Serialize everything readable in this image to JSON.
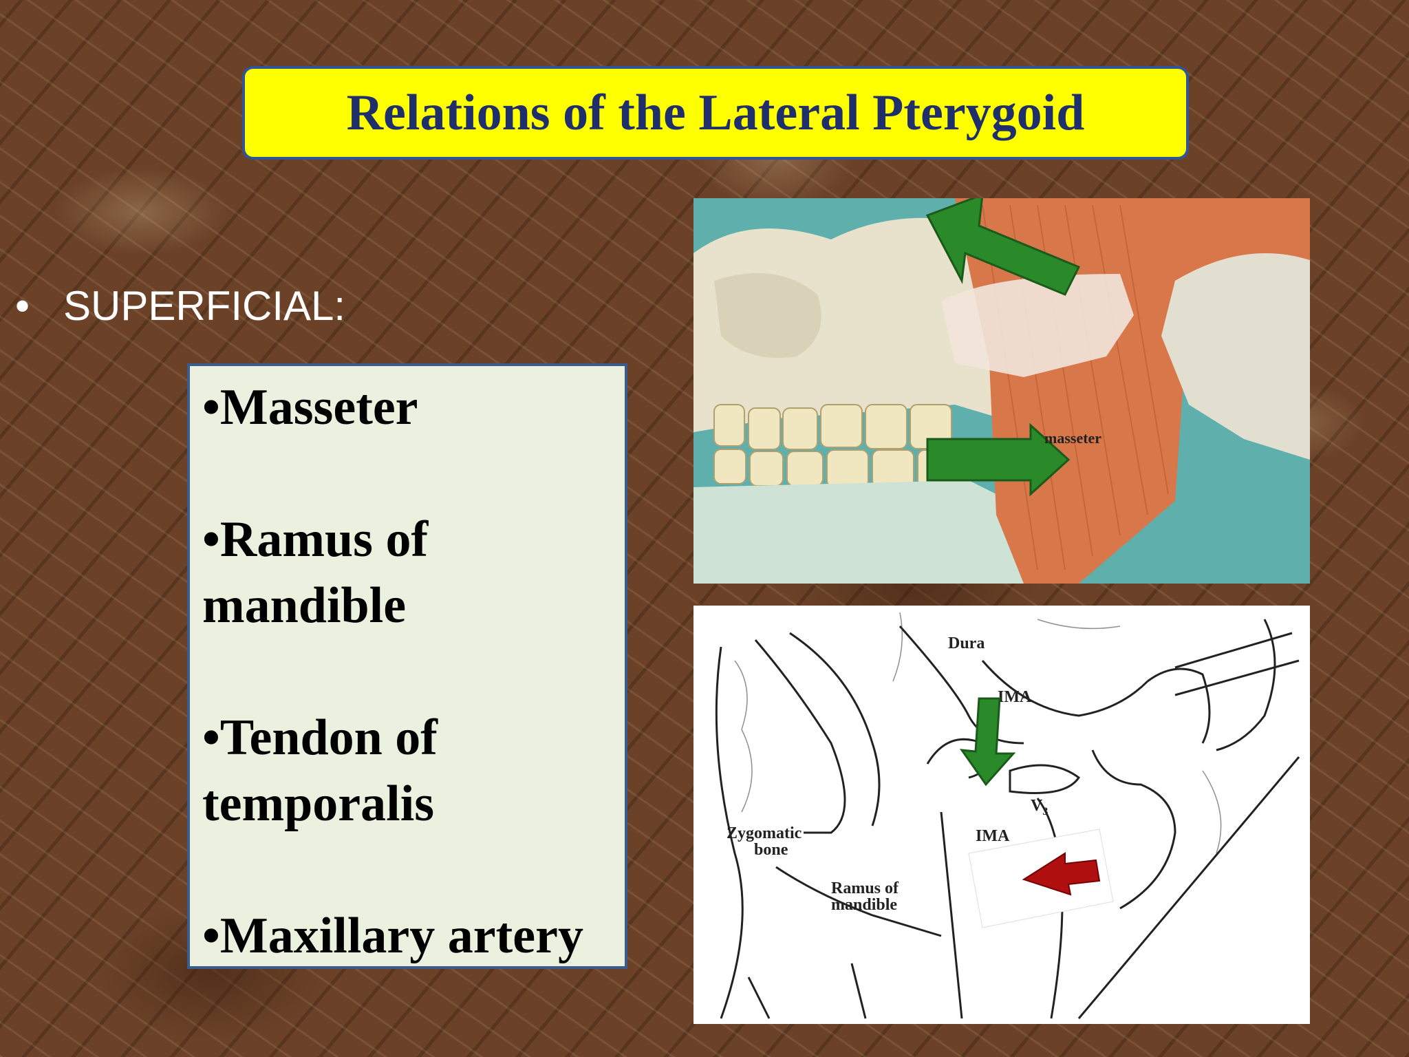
{
  "title": "Relations of the Lateral Pterygoid",
  "section": {
    "bullet": "•",
    "label": "SUPERFICIAL:"
  },
  "relations": [
    "•Masseter",
    "•Ramus of mandible",
    "•Tendon of temporalis",
    "•Maxillary artery"
  ],
  "photo_labels": {
    "masseter": "masseter"
  },
  "diagram_labels": {
    "dura": "Dura",
    "ima_top": "IMA",
    "v3": "V",
    "v3_sub": "3",
    "ima_bottom": "IMA",
    "zygomatic_line1": "Zygomatic",
    "zygomatic_line2": "bone",
    "ramus_line1": "Ramus of",
    "ramus_line2": "mandible"
  },
  "colors": {
    "title_bg": "#ffff00",
    "title_text": "#1f2f6b",
    "box_bg": "#ebf1de",
    "arrow_green": "#2a8a2a",
    "arrow_red": "#b01010"
  }
}
